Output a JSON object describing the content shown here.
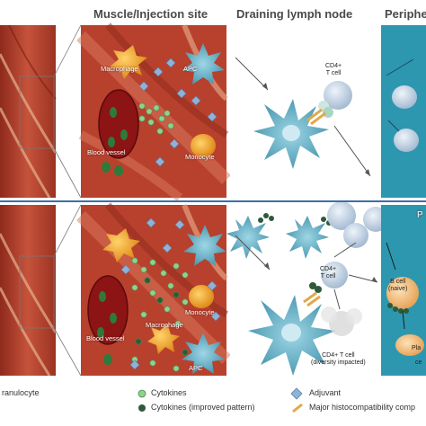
{
  "headers": {
    "muscle": "Muscle/Injection site",
    "lymph": "Draining lymph node",
    "periph": "Periphe"
  },
  "top_panel": {
    "macrophage": "Macrophage",
    "apc": "APC",
    "blood_vessel": "Blood vessel",
    "monocyte": "Monocyte",
    "cd4_line1": "CD4+",
    "cd4_line2": "T cell"
  },
  "bottom_panel": {
    "macrophage": "Macrophage",
    "monocyte": "Monocyte",
    "blood_vessel": "Blood vessel",
    "apc": "APC",
    "cd4_line1": "CD4+",
    "cd4_line2": "T cell",
    "cd4_impacted_line1": "CD4+ T cell",
    "cd4_impacted_line2": "(diversity impacted)",
    "bcell_line1": "B cell",
    "bcell_line2": "(naive)",
    "plasma_partial": "Pla",
    "cell_partial": "ce",
    "right_partial": "P"
  },
  "legend": {
    "granulocyte": "ranulocyte",
    "cytokines": "Cytokines",
    "cytokines_improved": "Cytokines (improved pattern)",
    "adjuvant": "Adjuvant",
    "mhc": "Major histocompatibility comp"
  },
  "colors": {
    "muscle": "#b8412e",
    "periph_bg": "#2e97b0",
    "divider": "#3d6fa8",
    "apc": "#6cb8cc",
    "cytokine": "#8fd18f",
    "cytokine_dark": "#2d5a3a",
    "adjuvant": "#8fb3d8"
  }
}
